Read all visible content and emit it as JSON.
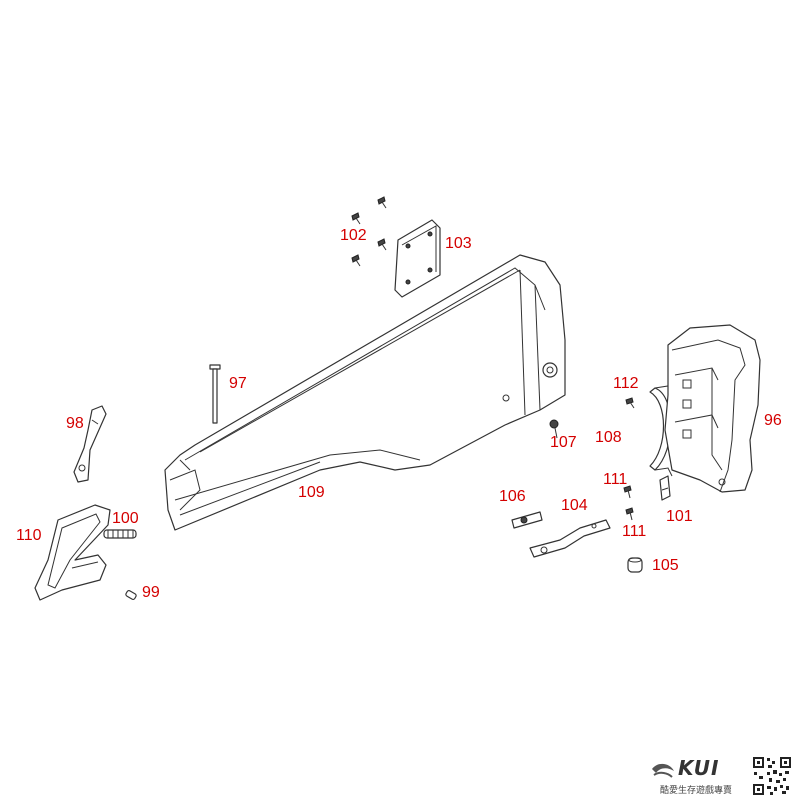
{
  "labels": {
    "p96": "96",
    "p97": "97",
    "p98": "98",
    "p99": "99",
    "p100": "100",
    "p101": "101",
    "p102": "102",
    "p103": "103",
    "p104": "104",
    "p105": "105",
    "p106": "106",
    "p107": "107",
    "p108": "108",
    "p109": "109",
    "p110": "110",
    "p111a": "111",
    "p111b": "111",
    "p112": "112"
  },
  "colors": {
    "label": "#d40000",
    "line": "#333333",
    "background": "#ffffff"
  },
  "logo": {
    "brand": "KUI",
    "tagline": "酷愛生存遊戲專賣"
  }
}
